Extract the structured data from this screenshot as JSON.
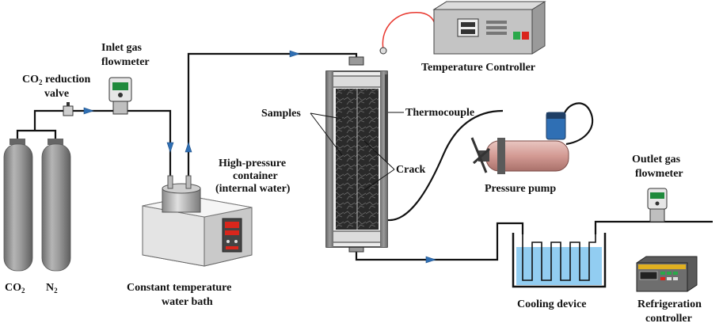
{
  "labels": {
    "inlet_flowmeter_l1": "Inlet gas",
    "inlet_flowmeter_l2": "flowmeter",
    "reduction_valve_l1_co": "CO",
    "reduction_valve_l1_sub": "2",
    "reduction_valve_l1_rest": " reduction",
    "reduction_valve_l2": "valve",
    "cylinder_co2_main": "CO",
    "cylinder_co2_sub": "2",
    "cylinder_n2_main": "N",
    "cylinder_n2_sub": "2",
    "hp_container_l1": "High-pressure",
    "hp_container_l2": "container",
    "hp_container_l3": "(internal water)",
    "water_bath_l1": "Constant temperature",
    "water_bath_l2": "water bath",
    "samples": "Samples",
    "thermocouple": "Thermocouple",
    "crack": "Crack",
    "temperature_controller": "Temperature Controller",
    "pressure_pump": "Pressure pump",
    "outlet_flowmeter_l1": "Outlet gas",
    "outlet_flowmeter_l2": "flowmeter",
    "cooling_device": "Cooling device",
    "refrigeration_controller_l1": "Refrigeration",
    "refrigeration_controller_l2": "controller"
  },
  "colors": {
    "pipe": "#111111",
    "flow_arrow": "#2f6fb4",
    "cylinder_gray": "#8a8a8a",
    "cooling_water": "#7fc4ee",
    "pump_body": "#d7a9a3",
    "pump_tank": "#2f6fb4",
    "thermocouple_wire": "#e8382f",
    "panel_red": "#d9261c",
    "panel_green": "#2aa84a"
  }
}
